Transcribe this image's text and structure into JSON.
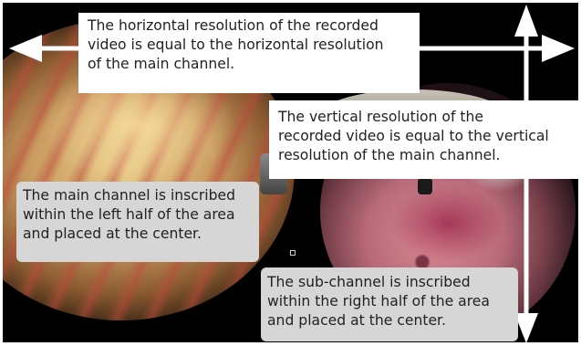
{
  "callouts": {
    "horizontal_resolution": [
      "The horizontal resolution of the recorded",
      "video is equal to the horizontal resolution",
      "of the main channel."
    ],
    "vertical_resolution": [
      "The vertical resolution of the",
      "recorded video is equal to the vertical",
      "resolution of the main channel."
    ],
    "main_channel": [
      "The main channel is inscribed",
      "within the left half of the area",
      "and placed at the center."
    ],
    "sub_channel": [
      "The sub-channel is inscribed",
      "within the right half of the area",
      "and placed at the center."
    ]
  },
  "colors": {
    "background": "#000000",
    "arrow": "#ffffff",
    "callout_gray": "#d6d6d6",
    "text": "#222222"
  }
}
